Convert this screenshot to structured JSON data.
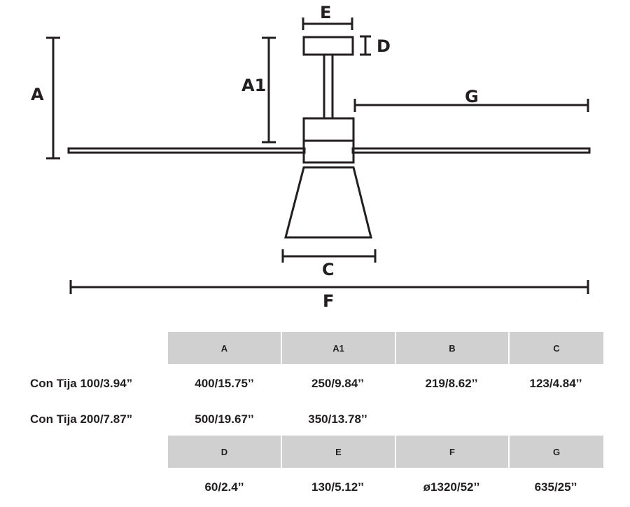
{
  "diagram": {
    "labels": {
      "a": "A",
      "a1": "A1",
      "c": "C",
      "d": "D",
      "e": "E",
      "f": "F",
      "g": "G"
    }
  },
  "table": {
    "header1": [
      "A",
      "A1",
      "B",
      "C"
    ],
    "rows1": [
      {
        "label": "Con Tija 100/3.94”",
        "values": [
          "400/15.75’’",
          "250/9.84’’",
          "219/8.62’’",
          "123/4.84’’"
        ]
      },
      {
        "label": "Con Tija 200/7.87”",
        "values": [
          "500/19.67’’",
          "350/13.78’’",
          "",
          ""
        ]
      }
    ],
    "header2": [
      "D",
      "E",
      "F",
      "G"
    ],
    "rows2": [
      {
        "label": "",
        "values": [
          "60/2.4’’",
          "130/5.12’’",
          "ø1320/52’’",
          "635/25’’"
        ]
      }
    ]
  },
  "colors": {
    "line": "#231f20",
    "header_bg": "#d0d0d0"
  }
}
